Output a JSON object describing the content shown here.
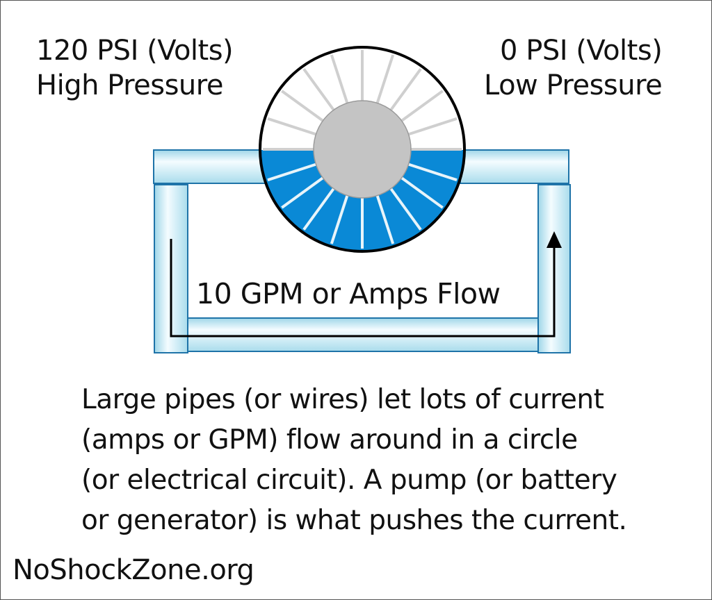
{
  "high_side": {
    "line1": "120 PSI (Volts)",
    "line2": "High Pressure"
  },
  "low_side": {
    "line1": "0 PSI (Volts)",
    "line2": "Low Pressure"
  },
  "flow_label": "10 GPM or Amps Flow",
  "caption": [
    "Large pipes (or wires) let lots of current",
    "(amps or GPM) flow around in a circle",
    "(or electrical circuit). A pump (or battery",
    "or generator) is what pushes the current."
  ],
  "site": "NoShockZone.org",
  "colors": {
    "pipe": "#cfeef7",
    "pipe_highlight": "#f2fbfe",
    "pipe_outline": "#1e73a8",
    "water": "#0a89d6",
    "hub": "#c4c4c4",
    "arrow": "#000000"
  },
  "icons": [
    "water-pump-wheel-icon",
    "flow-arrow-icon"
  ]
}
